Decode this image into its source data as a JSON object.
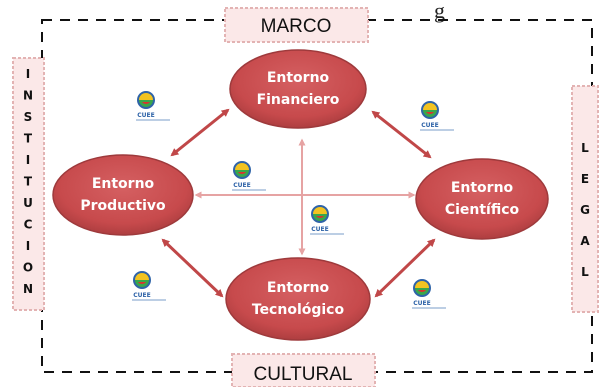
{
  "title_partial": "g",
  "frame": {
    "top_label": "MARCO",
    "bottom_label": "CULTURAL",
    "left_label": "INSTITUCION",
    "right_label": "LEGAL"
  },
  "nodes": {
    "financiero": {
      "line1": "Entorno",
      "line2": "Financiero"
    },
    "productivo": {
      "line1": "Entorno",
      "line2": "Productivo"
    },
    "cientifico": {
      "line1": "Entorno",
      "line2": "Científico"
    },
    "tecnologico": {
      "line1": "Entorno",
      "line2": "Tecnológico"
    }
  },
  "logo": {
    "text": "CUEE",
    "name": "cuee-logo"
  },
  "colors": {
    "node_fill": "#c74a4c",
    "node_stroke": "#9e3a3c",
    "arrow": "#c04748",
    "arrow_light": "#e6a3a3",
    "box_fill": "#fbe8e8",
    "box_stroke": "#e3b3b3",
    "frame": "#111111"
  }
}
